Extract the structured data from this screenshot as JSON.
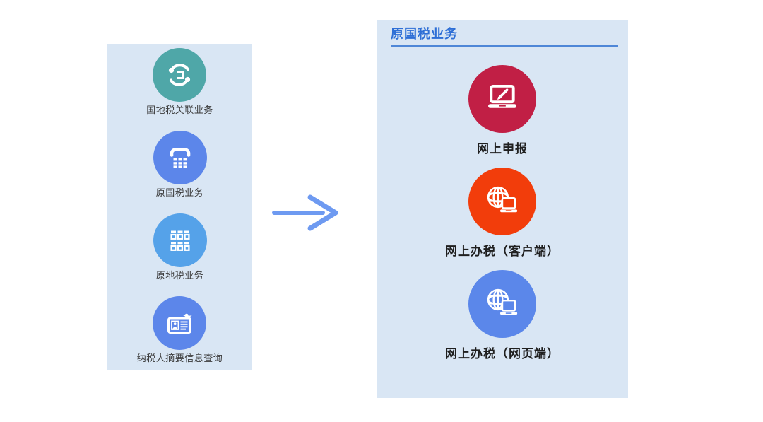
{
  "left_panel": {
    "items": [
      {
        "label": "国地税关联业务",
        "color": "#4fa7a8",
        "icon": "sync-phone-icon"
      },
      {
        "label": "原国税业务",
        "color": "#5c86ea",
        "icon": "phone-keypad-icon"
      },
      {
        "label": "原地税业务",
        "color": "#55a2e9",
        "icon": "keypad-grid-icon"
      },
      {
        "label": "纳税人摘要信息查询",
        "color": "#5c86ea",
        "icon": "taxpayer-card-icon"
      }
    ]
  },
  "arrow": {
    "direction": "right",
    "color": "#6e9af1"
  },
  "right_panel": {
    "title": "原国税业务",
    "title_color": "#2e6fd6",
    "underline_color": "#4f87d7",
    "items": [
      {
        "label": "网上申报",
        "color": "#c11f45",
        "icon": "laptop-edit-icon"
      },
      {
        "label": "网上办税（客户端）",
        "color": "#f23d0b",
        "icon": "globe-laptop-icon"
      },
      {
        "label": "网上办税（网页端）",
        "color": "#5b87ea",
        "icon": "globe-laptop-icon"
      }
    ]
  },
  "panel_bg": "#d9e6f4"
}
